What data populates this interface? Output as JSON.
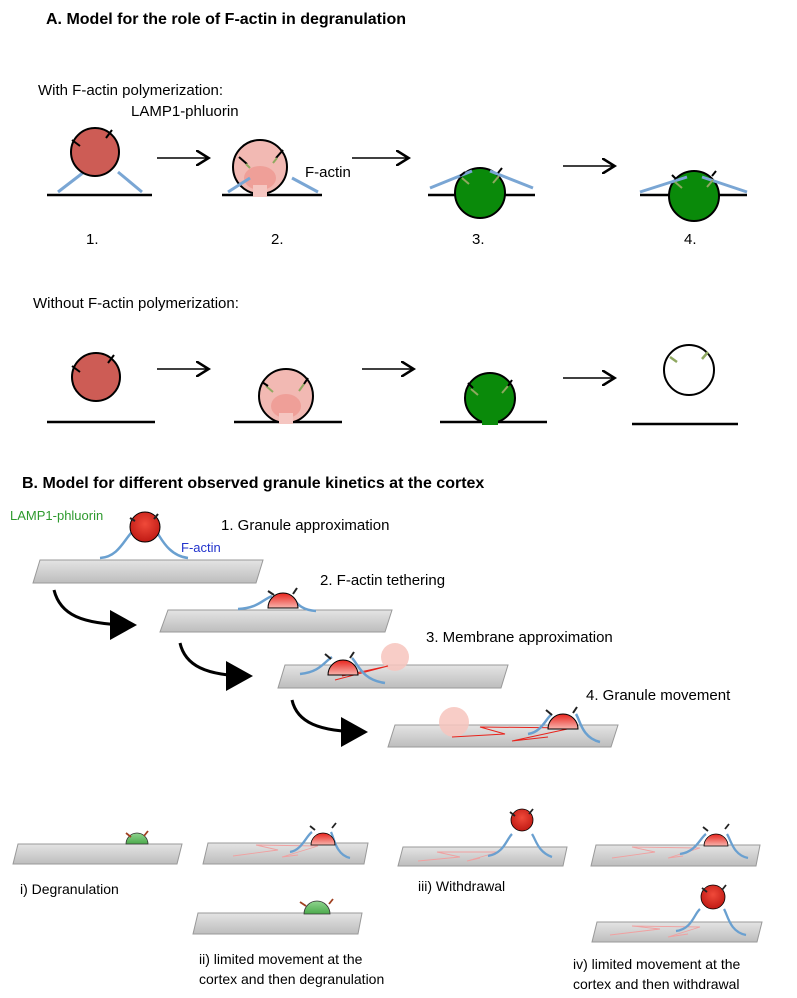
{
  "panelA": {
    "title": "A. Model for the role of F-actin in degranulation",
    "with_label": "With F-actin polymerization:",
    "without_label": "Without F-actin polymerization:",
    "lamp1_label": "LAMP1-phluorin",
    "factin_label": "F-actin",
    "step_numbers": [
      "1.",
      "2.",
      "3.",
      "4."
    ]
  },
  "panelB": {
    "title": "B. Model for different observed granule kinetics at the cortex",
    "lamp1_label": "LAMP1-phluorin",
    "factin_label": "F-actin",
    "steps": [
      "1. Granule approximation",
      "2. F-actin tethering",
      "3. Membrane approximation",
      "4. Granule movement"
    ],
    "outcomes": {
      "i": "i) Degranulation",
      "ii_line1": "ii) limited movement at the",
      "ii_line2": "cortex and then degranulation",
      "iii": "iii) Withdrawal",
      "iv_line1": "iv) limited movement at the",
      "iv_line2": "cortex and then withdrawal"
    }
  },
  "colors": {
    "granule_red": "#cf5a52",
    "granule_bright_red": "#e8231c",
    "granule_pink": "#f0b0a8",
    "granule_green": "#0a8a0a",
    "actin_blue": "#6aa0d0",
    "membrane_gray": "#d6d6d6",
    "track_red": "#e8231c"
  }
}
